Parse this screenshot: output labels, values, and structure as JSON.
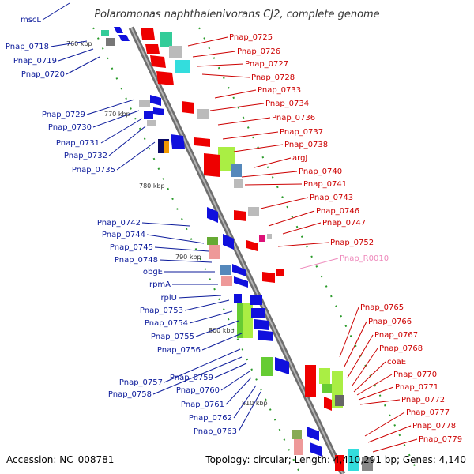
{
  "title": "Polaromonas naphthalenivorans CJ2, complete genome",
  "footer": {
    "accession": "Accession: NC_008781",
    "topology": "Topology: circular; Length: 4,410,291 bp; Genes: 4,140"
  },
  "ticks": [
    "760 kbp",
    "770 kbp",
    "780 kbp",
    "790 kbp",
    "800 kbp",
    "810 kbp"
  ],
  "left_labels": [
    "mscL",
    "Pnap_0718",
    "Pnap_0719",
    "Pnap_0720",
    "Pnap_0729",
    "Pnap_0730",
    "Pnap_0731",
    "Pnap_0732",
    "Pnap_0735",
    "Pnap_0742",
    "Pnap_0744",
    "Pnap_0745",
    "Pnap_0748",
    "obgE",
    "rpmA",
    "rplU",
    "Pnap_0753",
    "Pnap_0754",
    "Pnap_0755",
    "Pnap_0756",
    "Pnap_0757",
    "Pnap_0758",
    "Pnap_0759",
    "Pnap_0760",
    "Pnap_0761",
    "Pnap_0762",
    "Pnap_0763"
  ],
  "right_labels": [
    "Pnap_0725",
    "Pnap_0726",
    "Pnap_0727",
    "Pnap_0728",
    "Pnap_0733",
    "Pnap_0734",
    "Pnap_0736",
    "Pnap_0737",
    "Pnap_0738",
    "argJ",
    "Pnap_0740",
    "Pnap_0741",
    "Pnap_0743",
    "Pnap_0746",
    "Pnap_0747",
    "Pnap_0752",
    "Pnap_R0010",
    "Pnap_0765",
    "Pnap_0766",
    "Pnap_0767",
    "Pnap_0768",
    "coaE",
    "Pnap_0770",
    "Pnap_0771",
    "Pnap_0772",
    "Pnap_0777",
    "Pnap_0778",
    "Pnap_0779"
  ],
  "colors": {
    "reverse_strand": "#1010dd",
    "forward_strand": "#ee0000",
    "backbone": "#888888",
    "rna": "#ee88bb",
    "left_label": "#0b1a9a",
    "right_label": "#cc0000"
  }
}
